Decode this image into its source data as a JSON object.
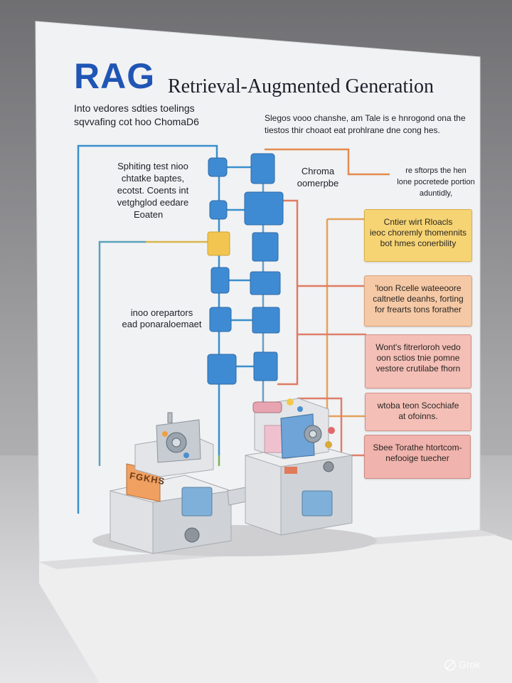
{
  "diagram": {
    "title": "RAG",
    "subtitle": "Retrieval-Augmented Generation",
    "intro_left": [
      "Into vedores sdties toelings",
      "sqvvafing cot hoo ChomaD6"
    ],
    "intro_right": [
      "Slegos vooo chanshe, am Tale is e hnrogond ona the",
      "tiestos thir choaot eat prohlrane dne cong hes."
    ],
    "left_block": [
      "Sphiting test nioo",
      "chtatke baptes,",
      "ecotst. Coents int",
      "vetghglod eedare",
      "Eoaten"
    ],
    "left_middle": [
      "inoo orepartors",
      "ead ponaraloemaet"
    ],
    "chroma_label": [
      "Chroma",
      "oomerpbe"
    ],
    "right_top": [
      "re sftorps the hen",
      "lone pocretede portion",
      "aduntidly,"
    ],
    "boxes": [
      {
        "lines": [
          "Cntier wirt Rloacls",
          "ieoc choremly thomennits",
          "bot hmes conerbility"
        ]
      },
      {
        "lines": [
          "'loon Rcelle wateeoore",
          "caltnetle deanhs, forting",
          "for frearts tons forather"
        ]
      },
      {
        "lines": [
          "Wont's fitrerloroh vedo",
          "oon sctios tnie pomne",
          "vestore crutilabe fhorn"
        ]
      },
      {
        "lines": [
          "wtoba teon Scochiafe",
          "at ofoinns."
        ]
      },
      {
        "lines": [
          "Sbee Torathe htortcom-",
          "nefooige tuecher"
        ]
      }
    ],
    "machine_label": "FGKHS",
    "watermark": "Grok",
    "colors": {
      "title_blue": "#1f56b5",
      "node_blue": "#3f8bd3",
      "node_yellow": "#f1c550",
      "line_blue": "#3a8fcb",
      "line_teal": "#5aa2b8",
      "line_orange": "#e38b4f",
      "line_red": "#de7f6b",
      "box_yellow": "#f6d474",
      "box_peach": "#f5c9a6",
      "box_pink": "#f3bfb7",
      "box_rose": "#f0b3ad"
    }
  }
}
